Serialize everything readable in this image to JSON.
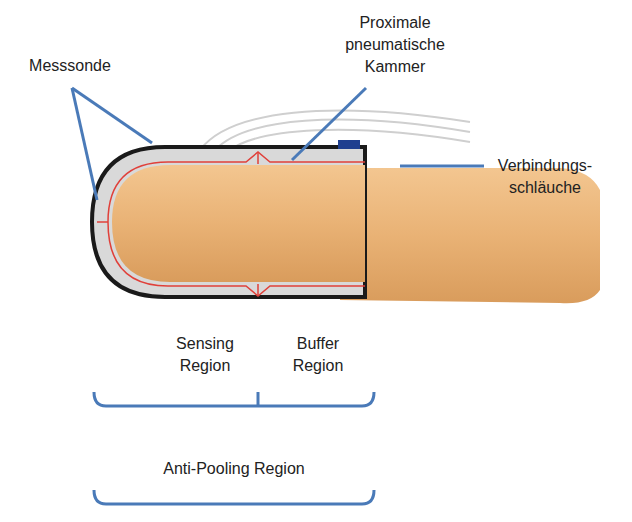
{
  "diagram": {
    "labels": [
      "Messsonde",
      "Proximale pneumatische Kammer",
      "Verbindungs- schläuche",
      "Sensing Region",
      "Buffer Region",
      "Anti-Pooling Region"
    ]
  }
}
